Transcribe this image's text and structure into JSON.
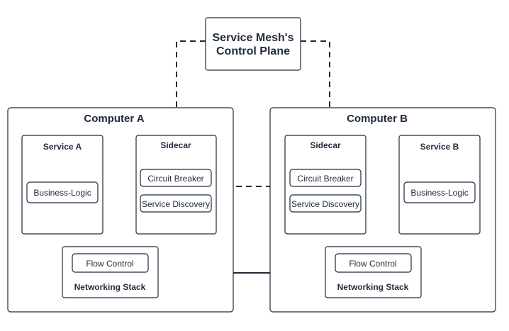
{
  "control_plane": {
    "line1": "Service Mesh's",
    "line2": "Control Plane"
  },
  "computer_a": {
    "title": "Computer A",
    "service": {
      "title": "Service A",
      "logic": "Business-Logic"
    },
    "sidecar": {
      "title": "Sidecar",
      "circuit_breaker": "Circuit Breaker",
      "service_discovery": "Service Discovery"
    },
    "networking": {
      "title": "Networking Stack",
      "flow_control": "Flow Control"
    }
  },
  "computer_b": {
    "title": "Computer B",
    "service": {
      "title": "Service B",
      "logic": "Business-Logic"
    },
    "sidecar": {
      "title": "Sidecar",
      "circuit_breaker": "Circuit Breaker",
      "service_discovery": "Service Discovery"
    },
    "networking": {
      "title": "Networking Stack",
      "flow_control": "Flow Control"
    }
  },
  "colors": {
    "stroke": "#1f2a3a",
    "background": "#ffffff"
  }
}
